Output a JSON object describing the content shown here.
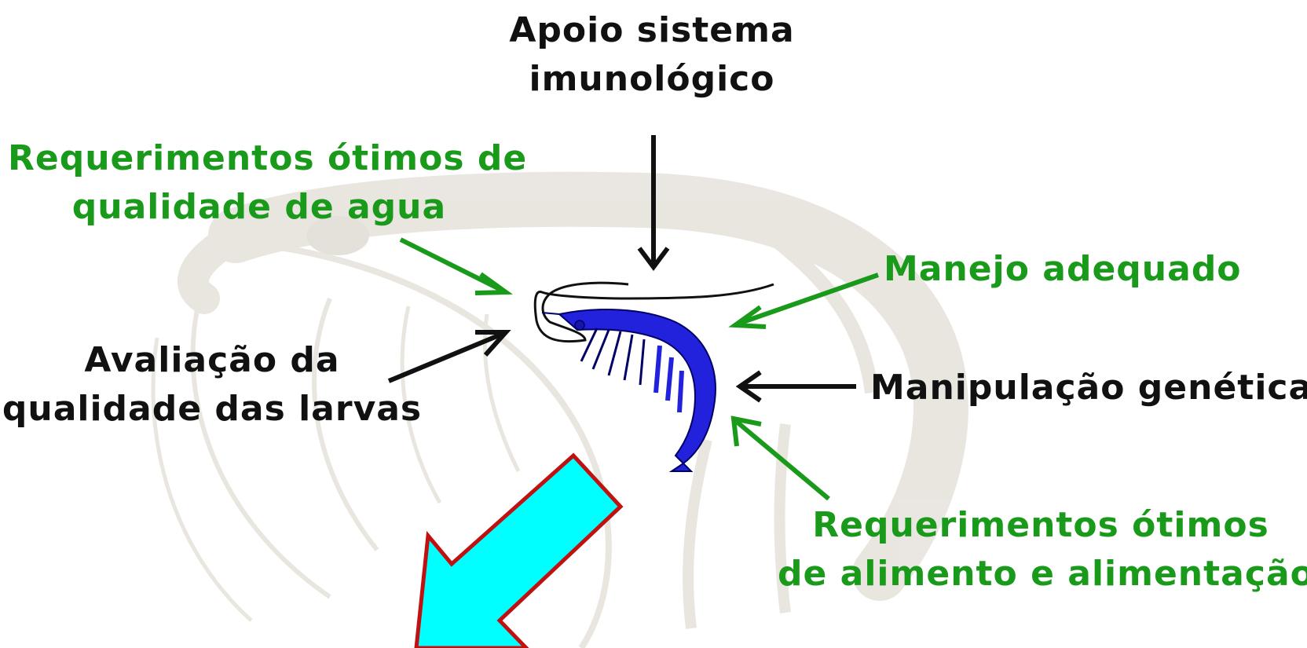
{
  "colors": {
    "black": "#111111",
    "green": "#1a9a1a",
    "shrimp_blue": "#2222dd",
    "big_arrow_fill": "#00ffff",
    "big_arrow_stroke": "#c01010",
    "watermark": "#d8d2c8"
  },
  "labels": {
    "immune": {
      "line1": "Apoio sistema",
      "line2": "imunológico"
    },
    "water": {
      "line1": "Requerimentos ótimos de",
      "line2": "qualidade de agua"
    },
    "management": {
      "line1": "Manejo adequado"
    },
    "larvae": {
      "line1": "Avaliação da",
      "line2": "qualidade das larvas"
    },
    "genetics": {
      "line1": "Manipulação genética"
    },
    "feed": {
      "line1": "Requerimentos ótimos",
      "line2": "de alimento e alimentação"
    }
  }
}
